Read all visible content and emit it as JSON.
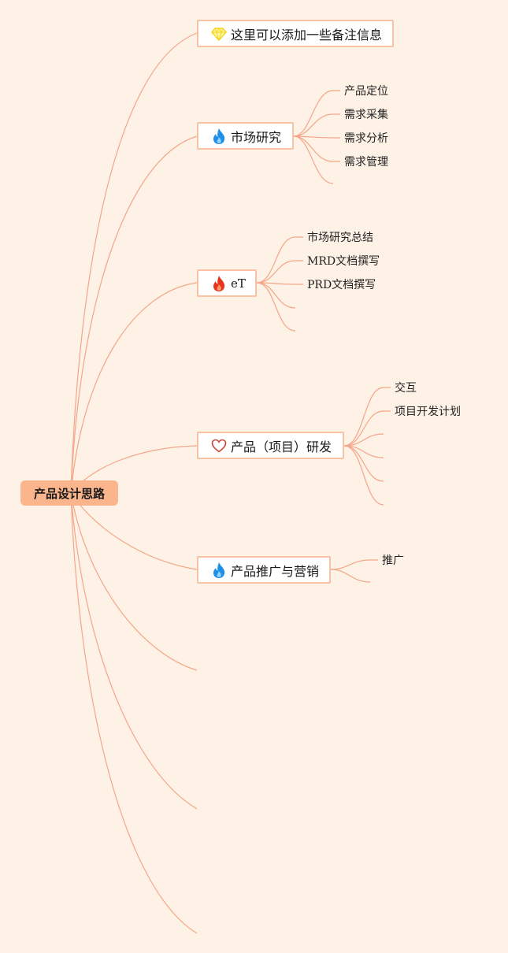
{
  "root": {
    "label": "产品设计思路"
  },
  "branches": [
    {
      "label": "这里可以添加一些备注信息",
      "icon": "diamond-icon",
      "children": []
    },
    {
      "label": "市场研究",
      "icon": "blue-flame-icon",
      "children": [
        "产品定位",
        "需求采集",
        "需求分析",
        "需求管理",
        ""
      ]
    },
    {
      "label": "eT",
      "icon": "red-flame-icon",
      "children": [
        "市场研究总结",
        "MRD文档撰写",
        "PRD文档撰写",
        "",
        ""
      ]
    },
    {
      "label": "产品（项目）研发",
      "icon": "heart-icon",
      "children": [
        "交互",
        "项目开发计划",
        "",
        "",
        "",
        ""
      ]
    },
    {
      "label": "产品推广与营销",
      "icon": "blue-flame-icon",
      "children": [
        "推广",
        ""
      ]
    },
    {
      "label": "",
      "icon": "",
      "children": []
    },
    {
      "label": "",
      "icon": "",
      "children": []
    },
    {
      "label": "",
      "icon": "",
      "children": []
    }
  ],
  "colors": {
    "background": "#fef1e6",
    "root_fill": "#fbb58d",
    "connector": "#f4a688",
    "node_border": "#f9c2a5",
    "flame_blue": "#1e8fe8",
    "flame_red": "#e8341c",
    "diamond": "#f5d415",
    "heart": "#c8473a"
  }
}
